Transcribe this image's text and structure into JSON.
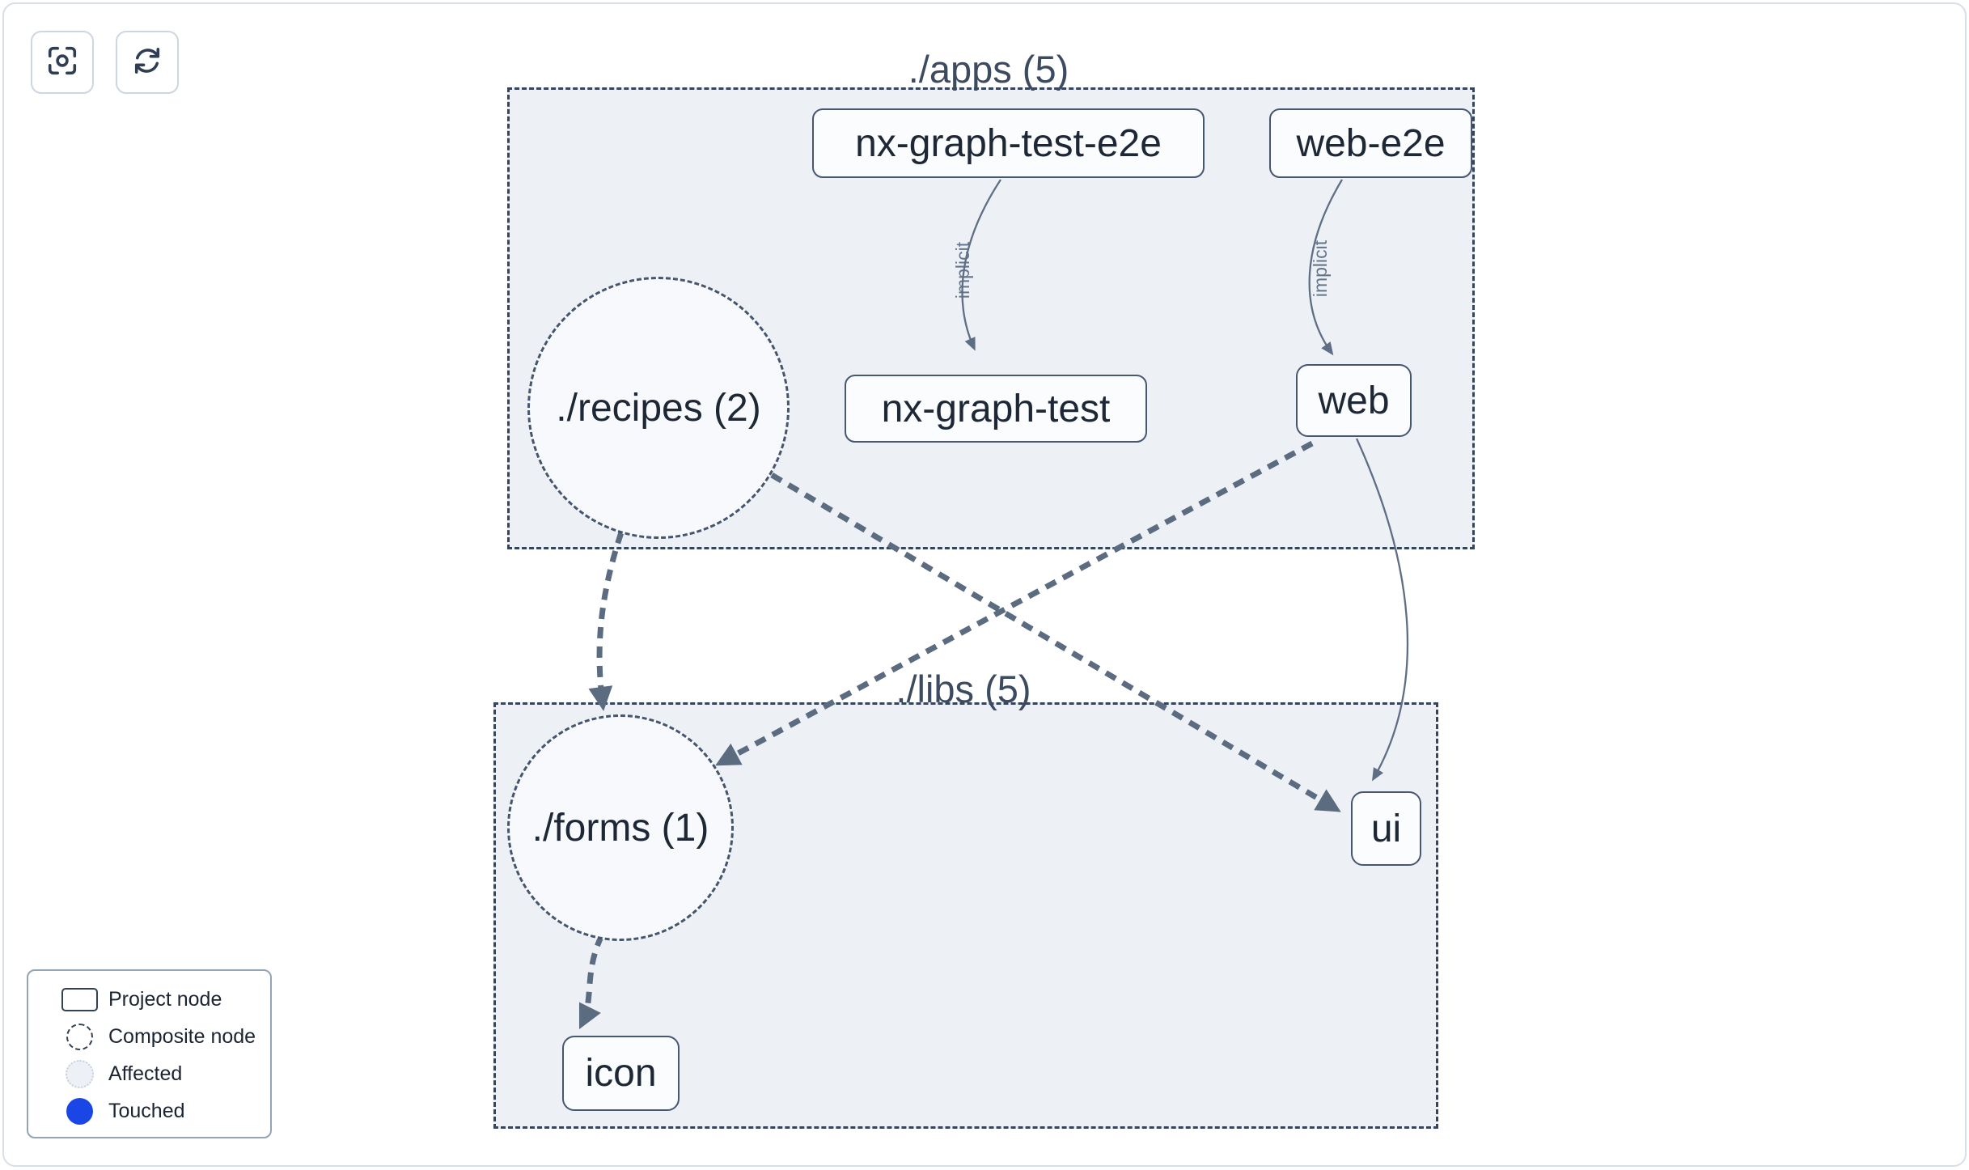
{
  "toolbar": {
    "buttons": [
      {
        "name": "focus-center-button",
        "icon": "focus-center-icon"
      },
      {
        "name": "refresh-button",
        "icon": "refresh-icon"
      }
    ]
  },
  "graph": {
    "groups": [
      {
        "id": "apps",
        "label": "./apps (5)"
      },
      {
        "id": "libs",
        "label": "./libs (5)"
      }
    ],
    "composite_nodes": [
      {
        "id": "recipes",
        "label": "./recipes (2)",
        "group": "apps"
      },
      {
        "id": "forms",
        "label": "./forms (1)",
        "group": "libs"
      }
    ],
    "project_nodes": [
      {
        "id": "nx-graph-test-e2e",
        "label": "nx-graph-test-e2e",
        "group": "apps"
      },
      {
        "id": "web-e2e",
        "label": "web-e2e",
        "group": "apps"
      },
      {
        "id": "nx-graph-test",
        "label": "nx-graph-test",
        "group": "apps"
      },
      {
        "id": "web",
        "label": "web",
        "group": "apps"
      },
      {
        "id": "ui",
        "label": "ui",
        "group": "libs"
      },
      {
        "id": "icon",
        "label": "icon",
        "group": "libs"
      }
    ],
    "edges": [
      {
        "from": "nx-graph-test-e2e",
        "to": "nx-graph-test",
        "label": "implicit",
        "style": "solid"
      },
      {
        "from": "web-e2e",
        "to": "web",
        "label": "implicit",
        "style": "solid"
      },
      {
        "from": "./recipes",
        "to": "./forms",
        "label": "",
        "style": "dashed"
      },
      {
        "from": "./recipes",
        "to": "ui",
        "label": "",
        "style": "dashed"
      },
      {
        "from": "web",
        "to": "./forms",
        "label": "",
        "style": "dashed"
      },
      {
        "from": "web",
        "to": "ui",
        "label": "",
        "style": "solid"
      },
      {
        "from": "./forms",
        "to": "icon",
        "label": "",
        "style": "dashed"
      }
    ]
  },
  "legend": {
    "items": [
      {
        "label": "Project node",
        "swatch": "project-node-swatch"
      },
      {
        "label": "Composite node",
        "swatch": "composite-node-swatch"
      },
      {
        "label": "Affected",
        "swatch": "affected-swatch"
      },
      {
        "label": "Touched",
        "swatch": "touched-swatch"
      }
    ]
  },
  "colors": {
    "touched_blue": "#1a46e5",
    "group_fill": "#edf1f6",
    "group_border": "#36455c",
    "node_border": "#465772",
    "edge": "#5b6b80",
    "frame_border": "#d9dfe9"
  }
}
